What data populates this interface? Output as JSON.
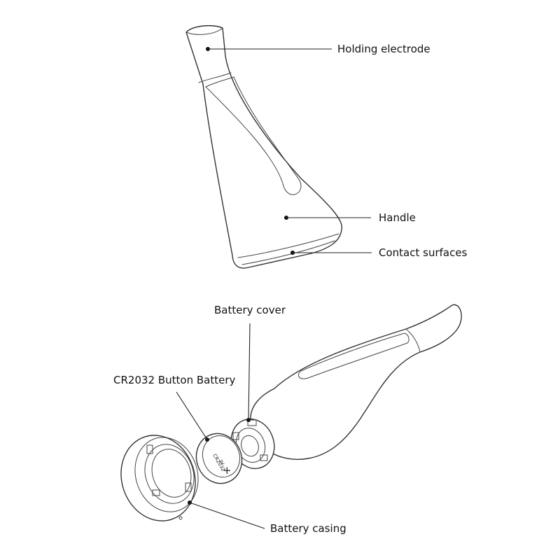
{
  "labels": {
    "holding_electrode": "Holding electrode",
    "handle": "Handle",
    "contact_surfaces": "Contact surfaces",
    "battery_cover": "Battery cover",
    "button_battery": "CR2032 Button Battery",
    "battery_casing": "Battery casing"
  },
  "battery_marking": {
    "model": "CR2032",
    "voltage": "3V",
    "polarity": "+"
  },
  "colors": {
    "line": "#333333",
    "text": "#111111",
    "background": "#ffffff"
  }
}
